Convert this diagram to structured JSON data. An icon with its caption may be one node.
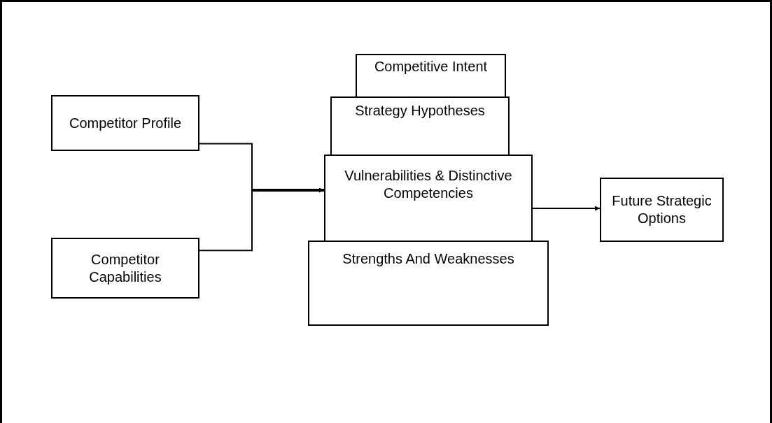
{
  "diagram": {
    "nodes": [
      {
        "text": [
          "Competitor Profile"
        ]
      },
      {
        "text": [
          "Competitor Capabilities"
        ]
      },
      {
        "text": [
          "Competitive Intent"
        ]
      },
      {
        "text": [
          "Strategy Hypotheses"
        ]
      },
      {
        "text": [
          "Vulnerabilities & Distinctive Competencies"
        ]
      },
      {
        "text": [
          "Strengths And Weaknesses"
        ]
      },
      {
        "text": [
          "Future Strategic Options"
        ]
      }
    ],
    "edges": [
      {
        "from": 0,
        "to": 4,
        "arrow": "to"
      },
      {
        "from": 1,
        "to": 4,
        "arrow": "to"
      },
      {
        "from": 4,
        "to": 6,
        "arrow": "to"
      }
    ]
  }
}
